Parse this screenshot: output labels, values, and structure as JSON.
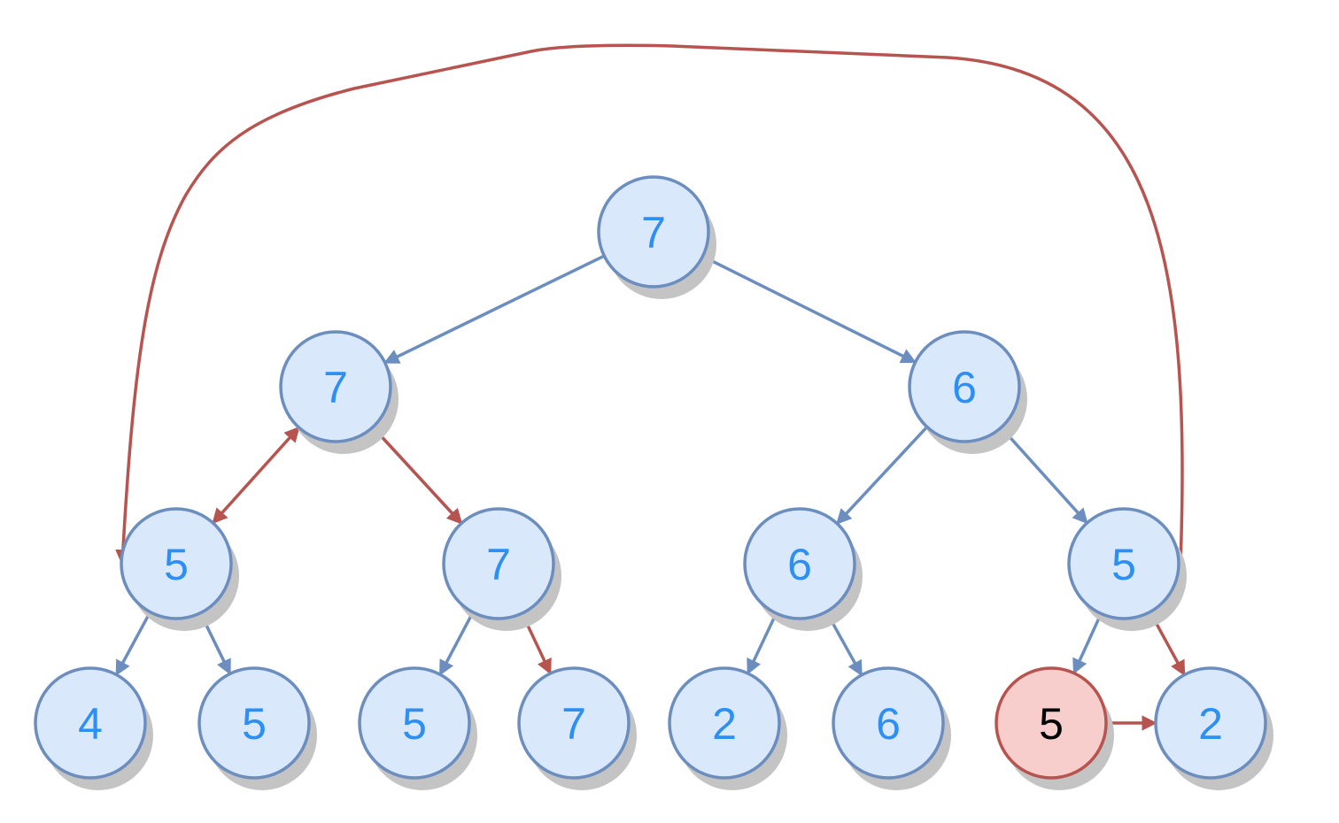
{
  "colors": {
    "node_fill": "#dae8fc",
    "node_stroke": "#6c8ebf",
    "node_text": "#2e8ff3",
    "highlight_fill": "#f8cecc",
    "highlight_stroke": "#b85450",
    "highlight_text": "#000000",
    "tree_edge": "#6c8ebf",
    "trace_edge": "#b85450",
    "shadow": "#c4c4c4"
  },
  "nodes": [
    {
      "id": "n0",
      "label": "7",
      "highlight": false
    },
    {
      "id": "n1",
      "label": "7",
      "highlight": false
    },
    {
      "id": "n2",
      "label": "6",
      "highlight": false
    },
    {
      "id": "n3",
      "label": "5",
      "highlight": false
    },
    {
      "id": "n4",
      "label": "7",
      "highlight": false
    },
    {
      "id": "n5",
      "label": "6",
      "highlight": false
    },
    {
      "id": "n6",
      "label": "5",
      "highlight": false
    },
    {
      "id": "n7",
      "label": "4",
      "highlight": false
    },
    {
      "id": "n8",
      "label": "5",
      "highlight": false
    },
    {
      "id": "n9",
      "label": "5",
      "highlight": false
    },
    {
      "id": "n10",
      "label": "7",
      "highlight": false
    },
    {
      "id": "n11",
      "label": "2",
      "highlight": false
    },
    {
      "id": "n12",
      "label": "6",
      "highlight": false
    },
    {
      "id": "n13",
      "label": "5",
      "highlight": true
    },
    {
      "id": "n14",
      "label": "2",
      "highlight": false
    }
  ],
  "tree_edges": [
    {
      "from": "n0",
      "to": "n1"
    },
    {
      "from": "n0",
      "to": "n2"
    },
    {
      "from": "n1",
      "to": "n4"
    },
    {
      "from": "n2",
      "to": "n5"
    },
    {
      "from": "n2",
      "to": "n6"
    },
    {
      "from": "n3",
      "to": "n7"
    },
    {
      "from": "n3",
      "to": "n8"
    },
    {
      "from": "n4",
      "to": "n9"
    },
    {
      "from": "n5",
      "to": "n11"
    },
    {
      "from": "n5",
      "to": "n12"
    },
    {
      "from": "n6",
      "to": "n13"
    }
  ],
  "trace_edges": [
    {
      "from": "n13",
      "to": "n14",
      "double_arrow": false
    },
    {
      "from": "n14",
      "to": "n6",
      "double_arrow": true
    },
    {
      "from": "n6",
      "to": "n3",
      "double_arrow": false,
      "curved": true
    },
    {
      "from": "n3",
      "to": "n1",
      "double_arrow": true
    },
    {
      "from": "n1",
      "to": "n4",
      "double_arrow": false
    },
    {
      "from": "n4",
      "to": "n10",
      "double_arrow": false
    }
  ]
}
